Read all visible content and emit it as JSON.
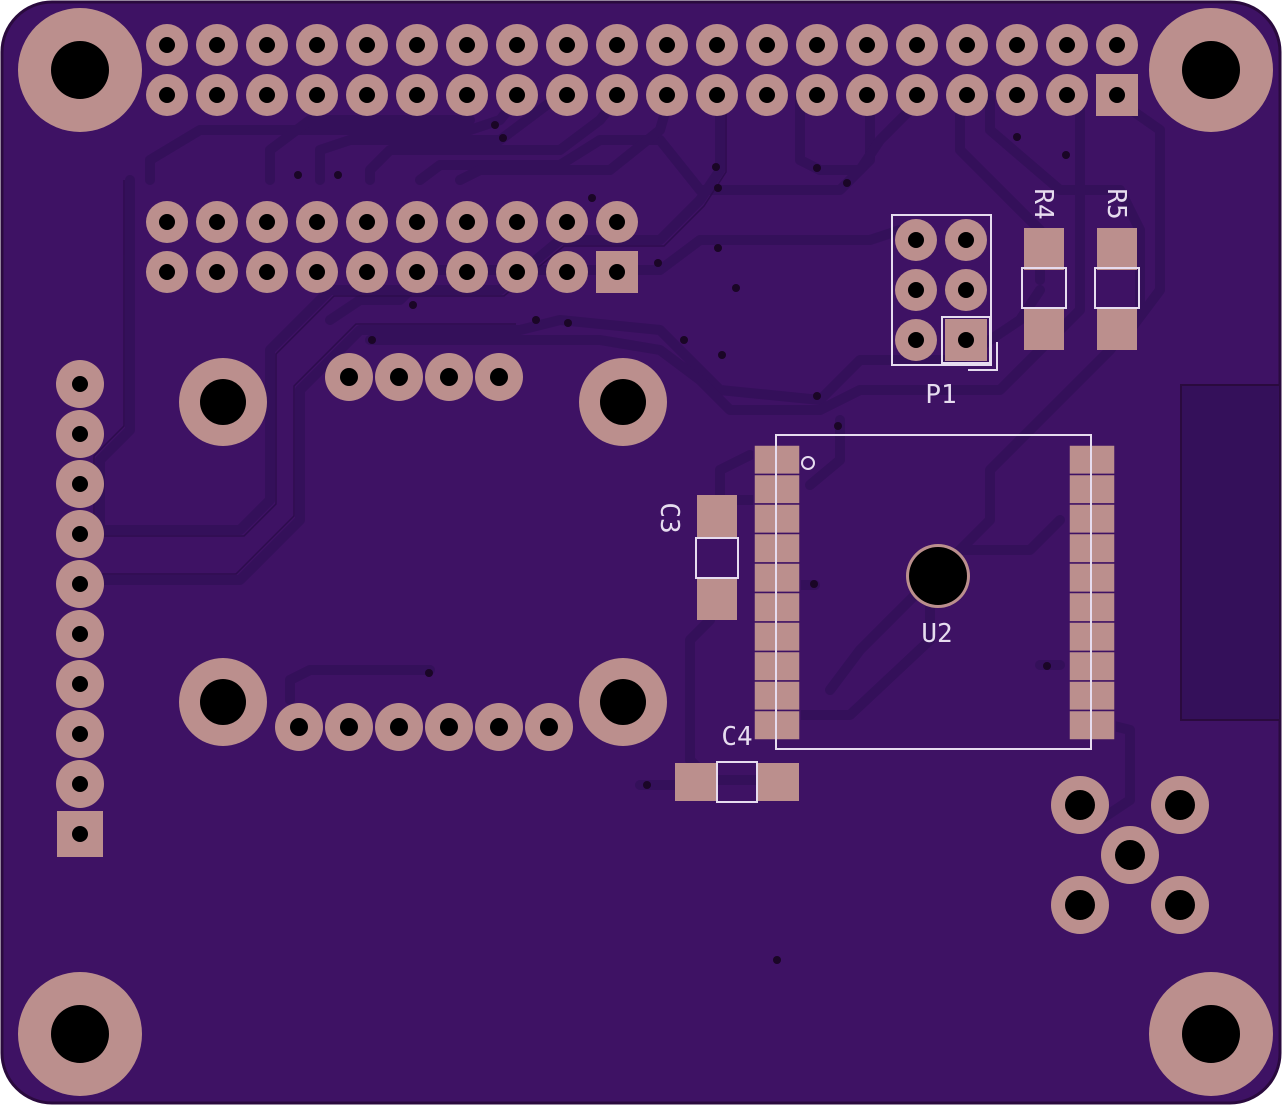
{
  "colors": {
    "board_edge": "#2a0a3e",
    "board_fill": "#3e1264",
    "trace": "#34105a",
    "trace_edge": "#2c0c4c",
    "pad": "#bb8f8d",
    "hole": "#000000",
    "silk": "#e6dcef"
  },
  "labels": {
    "r4": "R4",
    "r5": "R5",
    "p1": "P1",
    "c3": "C3",
    "c4": "C4",
    "u2": "U2"
  }
}
